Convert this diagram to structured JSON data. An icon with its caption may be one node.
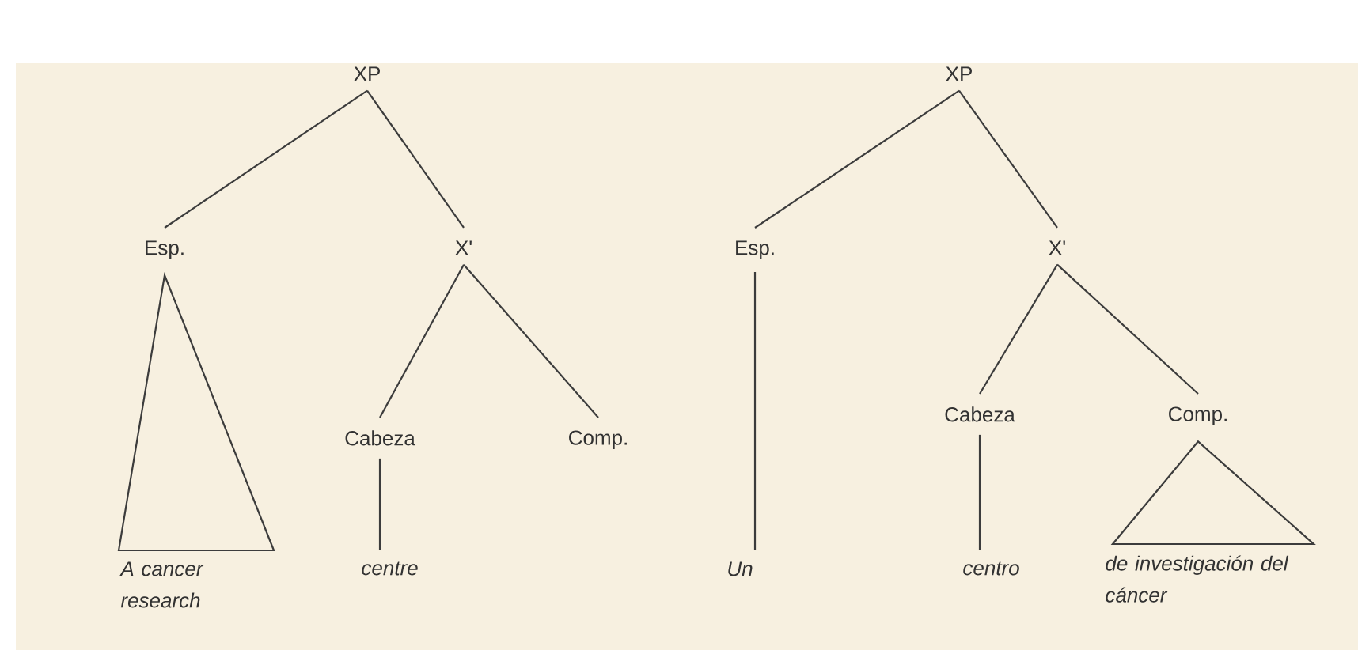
{
  "diagram": {
    "nodes": [
      {
        "text": [
          "XP"
        ]
      },
      {
        "text": [
          "Esp."
        ]
      },
      {
        "text": [
          "X'"
        ]
      },
      {
        "text": [
          "Cabeza"
        ]
      },
      {
        "text": [
          "Comp."
        ]
      },
      {
        "text": [
          "A cancer research"
        ]
      },
      {
        "text": [
          "centre"
        ]
      },
      {
        "text": [
          "XP"
        ]
      },
      {
        "text": [
          "Esp."
        ]
      },
      {
        "text": [
          "X'"
        ]
      },
      {
        "text": [
          "Cabeza"
        ]
      },
      {
        "text": [
          "Comp."
        ]
      },
      {
        "text": [
          "Un"
        ]
      },
      {
        "text": [
          "centro"
        ]
      },
      {
        "text": [
          "de investigación del cáncer"
        ]
      }
    ],
    "edges": [
      {
        "from": 0,
        "to": 1,
        "arrow": "none"
      },
      {
        "from": 0,
        "to": 2,
        "arrow": "none"
      },
      {
        "from": 1,
        "to": 5,
        "arrow": "none"
      },
      {
        "from": 2,
        "to": 3,
        "arrow": "none"
      },
      {
        "from": 2,
        "to": 4,
        "arrow": "none"
      },
      {
        "from": 3,
        "to": 6,
        "arrow": "none"
      },
      {
        "from": 7,
        "to": 8,
        "arrow": "none"
      },
      {
        "from": 7,
        "to": 9,
        "arrow": "none"
      },
      {
        "from": 8,
        "to": 12,
        "arrow": "none"
      },
      {
        "from": 9,
        "to": 10,
        "arrow": "none"
      },
      {
        "from": 9,
        "to": 11,
        "arrow": "none"
      },
      {
        "from": 10,
        "to": 13,
        "arrow": "none"
      },
      {
        "from": 11,
        "to": 14,
        "arrow": "none"
      }
    ]
  }
}
